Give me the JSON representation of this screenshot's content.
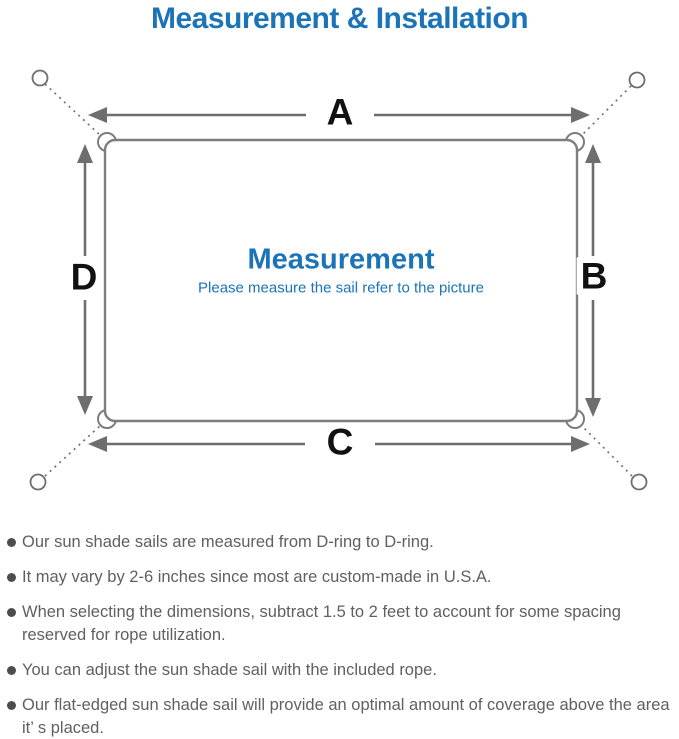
{
  "title": "Measurement & Installation",
  "colors": {
    "accent_blue": "#1c74b8",
    "line_gray": "#6e6e6e",
    "rect_gray": "#7d7d7d",
    "text_gray": "#606062",
    "dot_gray": "#4d4d4f",
    "label_black": "#111111"
  },
  "diagram": {
    "labels": {
      "a": "A",
      "b": "B",
      "c": "C",
      "d": "D"
    },
    "center_title": "Measurement",
    "center_subtitle": "Please measure the sail refer to the picture"
  },
  "bullets": [
    "Our sun shade sails are measured from D-ring to D-ring.",
    "It may vary by 2-6 inches since most are custom-made in U.S.A.",
    "When selecting the dimensions, subtract 1.5 to 2 feet to account for some spacing reserved for rope utilization.",
    "You can adjust the sun shade sail with the included rope.",
    "Our flat-edged sun shade sail will provide an optimal amount of coverage above the area it’ s placed."
  ]
}
